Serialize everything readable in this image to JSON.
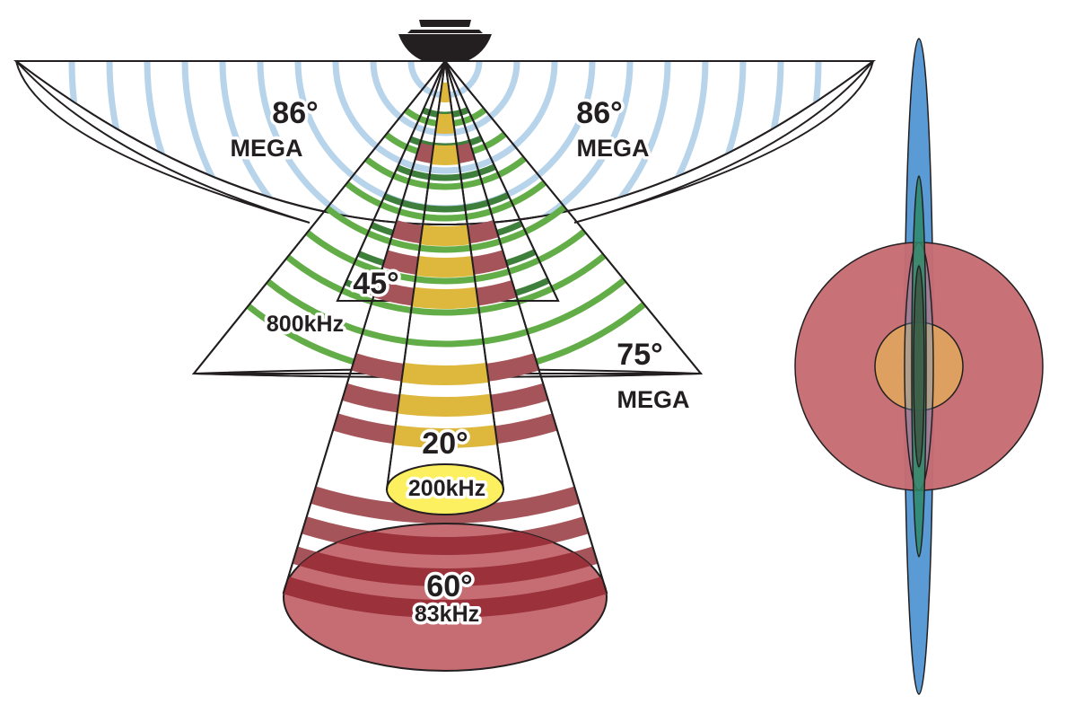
{
  "beams": {
    "mega_side_left": {
      "angle": "86°",
      "label": "MEGA"
    },
    "mega_side_right": {
      "angle": "86°",
      "label": "MEGA"
    },
    "mega_down": {
      "angle": "75°",
      "label": "MEGA"
    },
    "khz800_narrow": {
      "angle": "45°"
    },
    "khz800_wide": {
      "frequency": "800kHz"
    },
    "khz200": {
      "angle": "20°",
      "frequency": "200kHz"
    },
    "khz83": {
      "angle": "60°",
      "frequency": "83kHz"
    }
  },
  "colors": {
    "mega_side": "#b7d4ea",
    "mega_side_edge": "#5b9bd5",
    "mega_down": "#62ad47",
    "mega_down_dark": "#3f7f3c",
    "khz200": "#deb73d",
    "khz200_footprint": "#fcf060",
    "khz83": "#a5555a",
    "khz83_footprint": "#c66c73",
    "khz83_dark": "#9a313b",
    "top_view_83": "#c66c73",
    "top_view_200": "#dda060",
    "top_view_side": "#5b9bd5",
    "top_view_down": "#2d8a6a",
    "boat": "#231f20"
  }
}
